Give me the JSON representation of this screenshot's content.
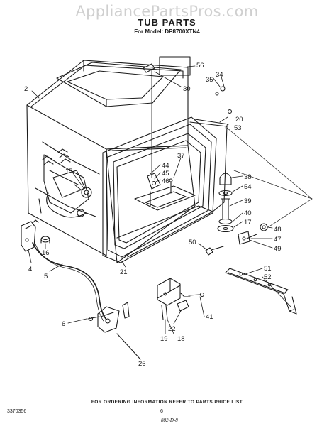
{
  "watermark": "AppliancePartsPros.com",
  "title": "TUB PARTS",
  "model": "For Model: DP8700XTN4",
  "footer": {
    "doc_number": "3370356",
    "ordering_note": "FOR ORDERING INFORMATION REFER TO PARTS PRICE LIST",
    "page_number": "6",
    "code": "882-D-8"
  },
  "callouts": [
    "56",
    "34",
    "35",
    "30",
    "2",
    "20",
    "53",
    "44",
    "37",
    "45",
    "46",
    "15",
    "38",
    "54",
    "39",
    "40",
    "17",
    "48",
    "47",
    "49",
    "50",
    "16",
    "4",
    "5",
    "21",
    "51",
    "52",
    "6",
    "41",
    "22",
    "19",
    "18",
    "26"
  ]
}
